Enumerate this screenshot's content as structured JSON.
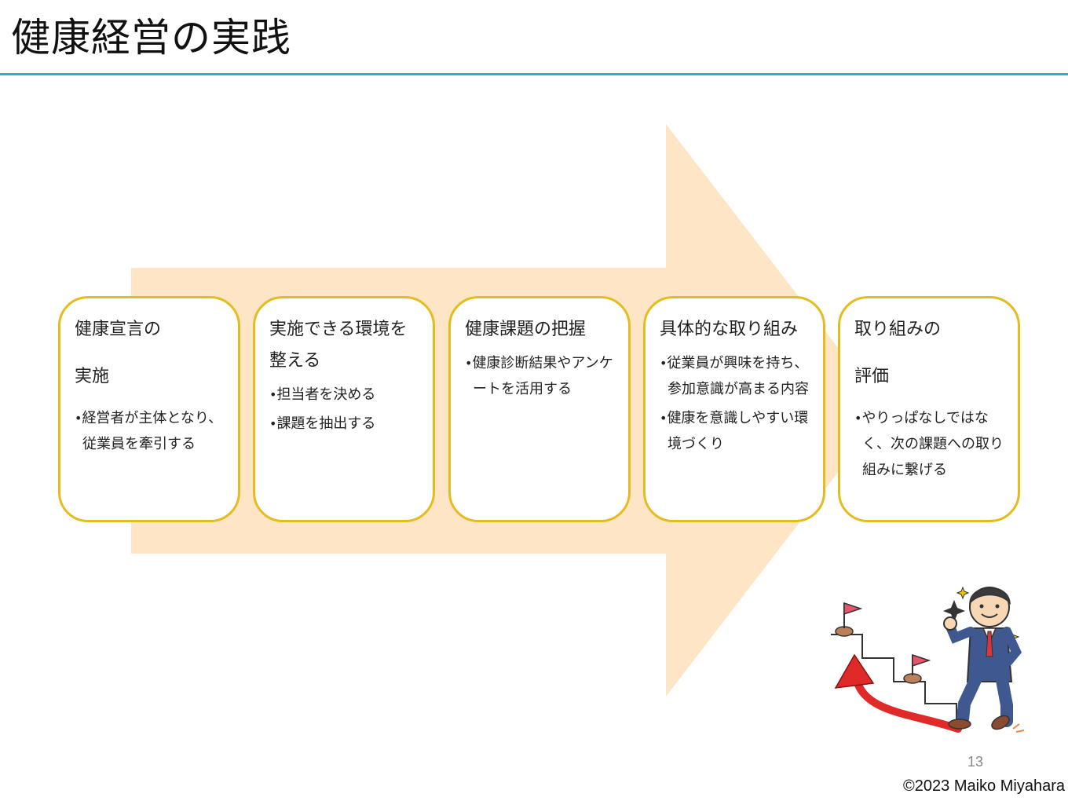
{
  "title": "健康経営の実践",
  "colors": {
    "accent_rule": "#21b5c4",
    "arrow_fill": "#fde5c6",
    "card_border": "#e5bc1f"
  },
  "steps": [
    {
      "title": "健康宣言の\n実施",
      "bullets": [
        "経営者が主体となり、従業員を牽引する"
      ]
    },
    {
      "title": "実施できる環境を整える",
      "bullets": [
        "担当者を決める",
        "課題を抽出する"
      ]
    },
    {
      "title": "健康課題の把握",
      "bullets": [
        "健康診断結果やアンケートを活用する"
      ]
    },
    {
      "title": "具体的な取り組み",
      "bullets": [
        "従業員が興味を持ち、参加意識が高まる内容",
        "健康を意識しやすい環境づくり"
      ]
    },
    {
      "title": "取り組みの\n評価",
      "bullets": [
        "やりっぱなしではなく、次の課題への取り組みに繋げる"
      ]
    }
  ],
  "illustration": {
    "icon": "businessman-climbing-stairs-icon"
  },
  "footer": {
    "page_number": "13",
    "copyright": "©2023 Maiko Miyahara"
  }
}
